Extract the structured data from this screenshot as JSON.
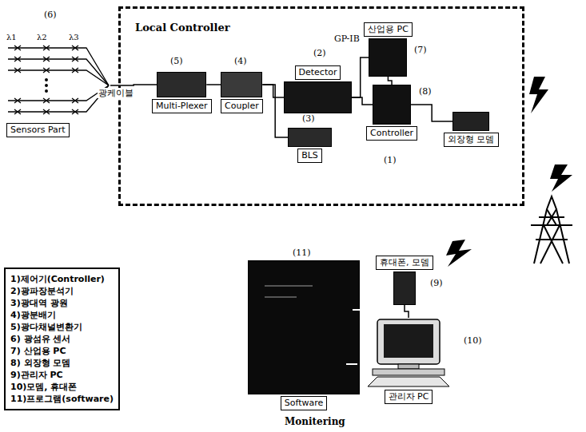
{
  "diagram": {
    "nodes": [
      {
        "text": [
          "Local Controller"
        ]
      },
      {
        "text": [
          "Sensors Part"
        ]
      },
      {
        "text": [
          "Multi-Plexer"
        ],
        "in": 0
      },
      {
        "text": [
          "Coupler"
        ],
        "in": 0
      },
      {
        "text": [
          "Detector"
        ],
        "in": 0
      },
      {
        "text": [
          "BLS"
        ],
        "in": 0
      },
      {
        "text": [
          "산업용 PC"
        ],
        "in": 0
      },
      {
        "text": [
          "Controller"
        ],
        "in": 0
      },
      {
        "text": [
          "외장형 모뎀"
        ],
        "in": 0
      },
      {
        "text": [
          "Software"
        ]
      },
      {
        "text": [
          "휴대폰, 모뎀"
        ]
      },
      {
        "text": [
          "관리자 PC"
        ]
      },
      {
        "text": [
          "1)제어기(Controller)",
          "2)광파장분석기",
          "3)광대역 광원",
          "4)광분배기",
          "5)광다채널변환기",
          "6) 광섬유 센서",
          "7) 산업용 PC",
          "8) 외장형 모뎀",
          "9)관리자 PC",
          "10)모뎀, 휴대폰",
          "11)프로그램(software)"
        ]
      }
    ],
    "edges": [
      {
        "from": 1,
        "to": 2,
        "arrow": "none",
        "label": "광케이블"
      },
      {
        "from": 2,
        "to": 3,
        "arrow": "none"
      },
      {
        "from": 3,
        "to": 4,
        "arrow": "none"
      },
      {
        "from": 3,
        "to": 5,
        "arrow": "none"
      },
      {
        "from": 4,
        "to": 7,
        "arrow": "none"
      },
      {
        "from": 4,
        "to": 6,
        "arrow": "none"
      },
      {
        "from": 6,
        "to": 7,
        "arrow": "none"
      },
      {
        "from": 7,
        "to": 8,
        "arrow": "none"
      },
      {
        "from": 10,
        "to": 11,
        "arrow": "none"
      }
    ],
    "labels": [
      "(6)",
      "λ1",
      "λ2",
      "λ3",
      "(5)",
      "(4)",
      "(2)",
      "(3)",
      "GP-IB",
      "(7)",
      "(8)",
      "(1)",
      "(11)",
      "(9)",
      "(10)",
      "Monitering"
    ]
  }
}
